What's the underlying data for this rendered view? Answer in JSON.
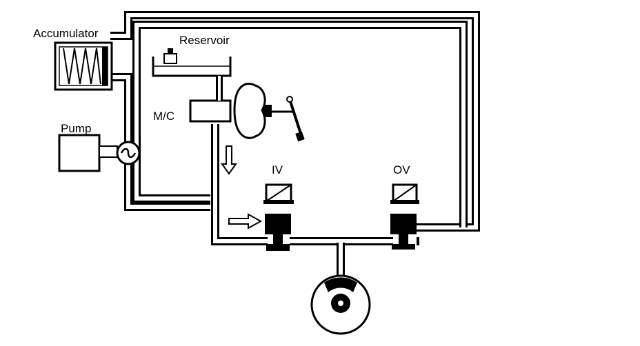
{
  "diagram": {
    "labels": {
      "accumulator": "Accumulator",
      "reservoir": "Reservoir",
      "master_cylinder": "M/C",
      "pump": "Pump",
      "inlet_valve": "IV",
      "outlet_valve": "OV"
    },
    "colors": {
      "line": "#000000",
      "fill": "#ffffff"
    }
  }
}
